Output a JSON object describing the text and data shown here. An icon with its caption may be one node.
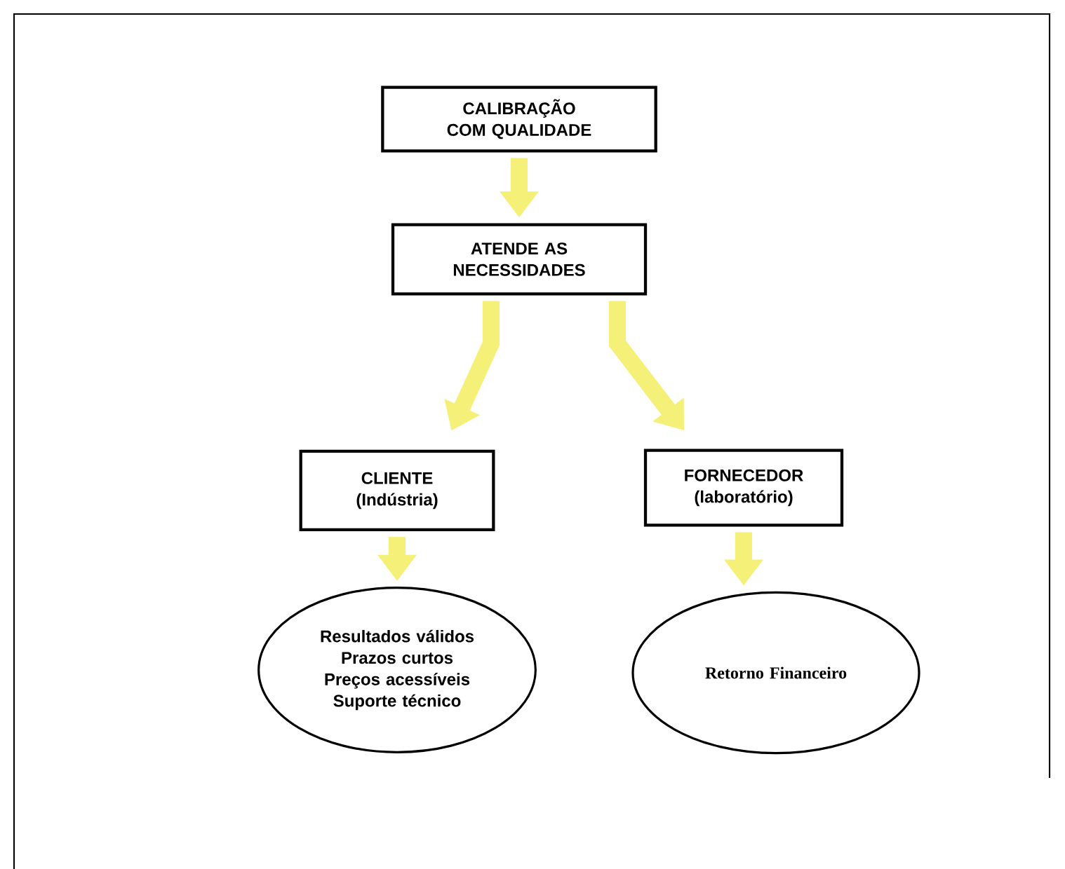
{
  "diagram": {
    "nodes": [
      {
        "text": [
          "CALIBRAÇÃO COM QUALIDADE"
        ]
      },
      {
        "text": [
          "ATENDE AS NECESSIDADES"
        ]
      },
      {
        "text": [
          "CLIENTE",
          "(Indústria)"
        ]
      },
      {
        "text": [
          "FORNECEDOR",
          "(laboratório)"
        ]
      },
      {
        "text": [
          "Resultados válidos",
          "Prazos curtos",
          "Preços acessíveis",
          "Suporte técnico"
        ]
      },
      {
        "text": [
          "Retorno Financeiro"
        ]
      }
    ],
    "edges": [
      {
        "from": 0,
        "to": 1,
        "arrow": "to"
      },
      {
        "from": 1,
        "to": 2,
        "arrow": "to"
      },
      {
        "from": 1,
        "to": 3,
        "arrow": "to"
      },
      {
        "from": 2,
        "to": 4,
        "arrow": "to"
      },
      {
        "from": 3,
        "to": 5,
        "arrow": "to"
      }
    ]
  }
}
